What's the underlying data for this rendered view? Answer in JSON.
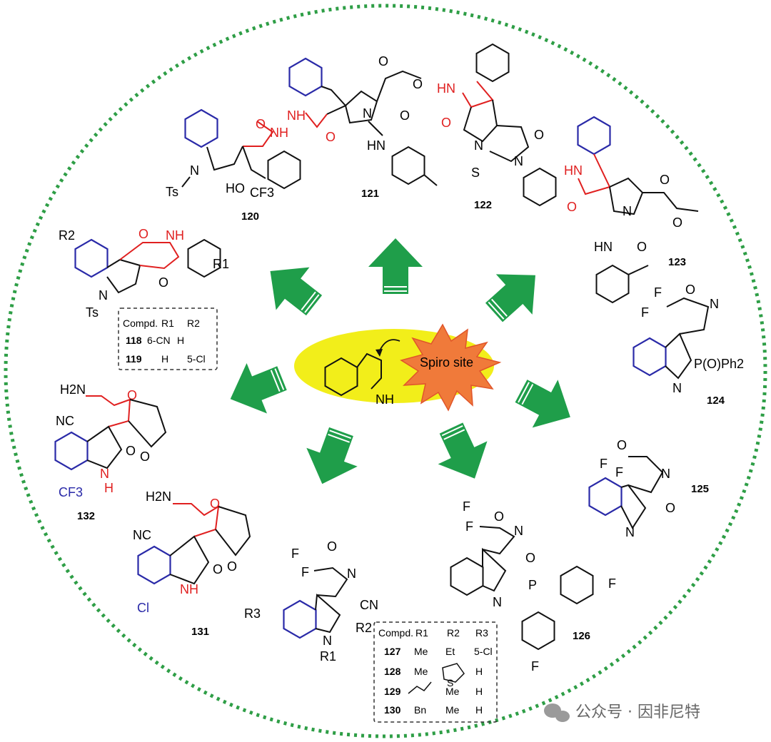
{
  "center": {
    "label": "Spiro site",
    "nh": "NH"
  },
  "compounds": [
    "118",
    "119",
    "120",
    "121",
    "122",
    "123",
    "124",
    "125",
    "126",
    "127",
    "128",
    "129",
    "130",
    "131",
    "132"
  ],
  "table_top": {
    "headers": [
      "Compd.",
      "R1",
      "R2"
    ],
    "rows": [
      {
        "id": "118",
        "r1": "6-CN",
        "r2": "H"
      },
      {
        "id": "119",
        "r1": "H",
        "r2": "5-Cl"
      }
    ]
  },
  "table_bottom": {
    "headers": [
      "Compd.",
      "R1",
      "R2",
      "R3"
    ],
    "rows": [
      {
        "id": "127",
        "r1": "Me",
        "r2": "Et",
        "r3": "5-Cl"
      },
      {
        "id": "128",
        "r1": "Me",
        "r2": "",
        "r3": "H"
      },
      {
        "id": "129",
        "r1": "",
        "r2": "Me",
        "r3": "H"
      },
      {
        "id": "130",
        "r1": "Bn",
        "r2": "Me",
        "r3": "H"
      }
    ]
  },
  "atoms": {
    "nh": "NH",
    "hn": "HN",
    "n": "N",
    "o": "O",
    "s": "S",
    "f": "F",
    "ts": "Ts",
    "ho": "HO",
    "cf3": "CF3",
    "nc": "NC",
    "h2n": "H2N",
    "cl": "Cl",
    "cn": "CN",
    "h": "H",
    "r1": "R1",
    "r2": "R2",
    "r3": "R3",
    "pop": "P(O)Ph2",
    "p": "P"
  },
  "watermark": "公众号 · 因非尼特",
  "colors": {
    "ring": "#2e9e46",
    "arrow": "#1f9e4a",
    "ellipse": "#f2ee1a",
    "star": "#f07a3a",
    "red": "#e02020",
    "blue": "#2a2aa8"
  }
}
